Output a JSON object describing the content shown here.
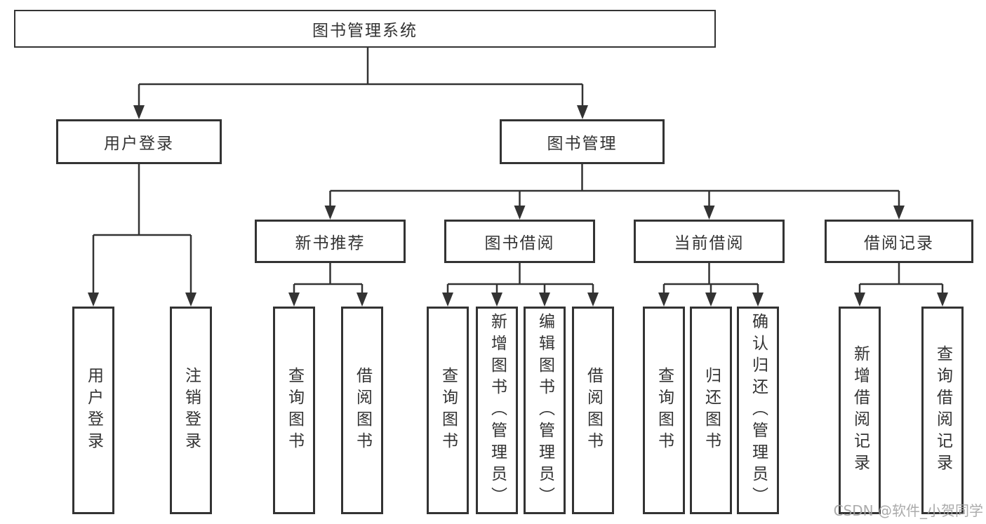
{
  "diagram": {
    "title_node": "图书管理系统",
    "root": {
      "label": "图书管理系统"
    },
    "branches": [
      {
        "label": "用户登录",
        "children": [
          {
            "label": "用户登录"
          },
          {
            "label": "注销登录"
          }
        ]
      },
      {
        "label": "图书管理",
        "sections": [
          {
            "label": "新书推荐",
            "children": [
              {
                "label": "查询图书"
              },
              {
                "label": "借阅图书"
              }
            ]
          },
          {
            "label": "图书借阅",
            "children": [
              {
                "label": "查询图书"
              },
              {
                "label": "新增图书（管理员）"
              },
              {
                "label": "编辑图书（管理员）"
              },
              {
                "label": "借阅图书"
              }
            ]
          },
          {
            "label": "当前借阅",
            "children": [
              {
                "label": "查询图书"
              },
              {
                "label": "归还图书"
              },
              {
                "label": "确认归还（管理员）"
              }
            ]
          },
          {
            "label": "借阅记录",
            "children": [
              {
                "label": "新增借阅记录"
              },
              {
                "label": "查询借阅记录"
              }
            ]
          }
        ]
      }
    ]
  },
  "watermark": {
    "text": "CSDN @软件_小贺同学"
  },
  "colors": {
    "line": "#333333",
    "text": "#333333",
    "background": "#ffffff",
    "watermark": "#a2a2a2"
  }
}
